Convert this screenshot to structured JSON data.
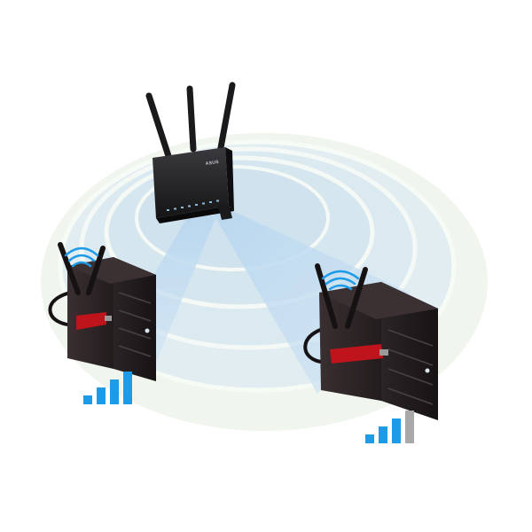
{
  "router": {
    "brand": "ASUS",
    "antenna_count": 3
  },
  "clients": [
    {
      "id": "left-pc",
      "signal_bars_total": 4,
      "signal_bars_active": 4
    },
    {
      "id": "right-pc",
      "signal_bars_total": 4,
      "signal_bars_active": 3
    }
  ],
  "colors": {
    "background": "#ffffff",
    "signal_active": "#1e9be6",
    "signal_inactive": "#a9a9a9",
    "wifi_icon": "#1e9be6",
    "coverage_ring": "#e3eef3",
    "beam": "#bcd8ee",
    "device_body": "#1f1a1b",
    "wifi_card": "#c0141c"
  },
  "icons": [
    "router-icon",
    "desktop-pc-icon",
    "wifi-icon",
    "signal-bars-icon",
    "wifi-card-icon"
  ]
}
